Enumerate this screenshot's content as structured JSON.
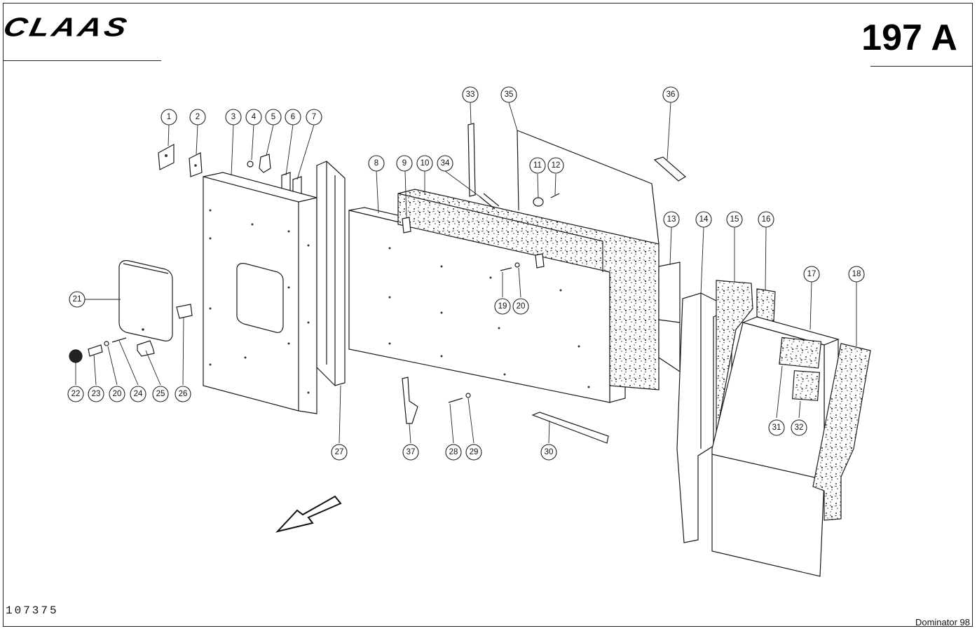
{
  "header": {
    "brand": "CLAAS",
    "page_code": "197 A"
  },
  "footer": {
    "drawing_number": "107375",
    "model": "Dominator 98"
  },
  "callouts": [
    {
      "label": "1"
    },
    {
      "label": "2"
    },
    {
      "label": "3"
    },
    {
      "label": "4"
    },
    {
      "label": "5"
    },
    {
      "label": "6"
    },
    {
      "label": "7"
    },
    {
      "label": "8"
    },
    {
      "label": "9"
    },
    {
      "label": "10"
    },
    {
      "label": "34"
    },
    {
      "label": "33"
    },
    {
      "label": "35"
    },
    {
      "label": "11"
    },
    {
      "label": "12"
    },
    {
      "label": "36"
    },
    {
      "label": "13"
    },
    {
      "label": "14"
    },
    {
      "label": "15"
    },
    {
      "label": "16"
    },
    {
      "label": "17"
    },
    {
      "label": "18"
    },
    {
      "label": "19"
    },
    {
      "label": "20"
    },
    {
      "label": "21"
    },
    {
      "label": "22"
    },
    {
      "label": "23"
    },
    {
      "label": "20"
    },
    {
      "label": "24"
    },
    {
      "label": "25"
    },
    {
      "label": "26"
    },
    {
      "label": "27"
    },
    {
      "label": "37"
    },
    {
      "label": "28"
    },
    {
      "label": "29"
    },
    {
      "label": "30"
    },
    {
      "label": "31"
    },
    {
      "label": "32"
    }
  ]
}
